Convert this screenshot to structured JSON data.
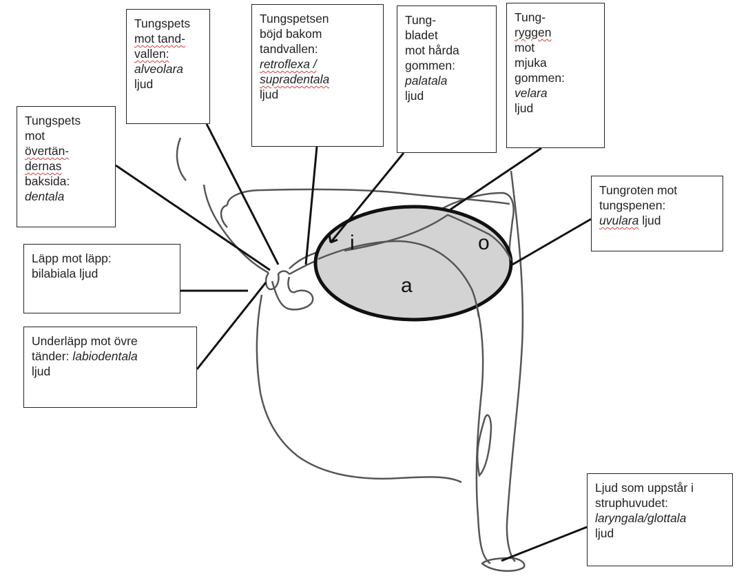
{
  "labels": {
    "dental": [
      "Tungspets",
      "mot",
      "övertän-",
      "dernas",
      "baksida:",
      "dentala"
    ],
    "alveolar": [
      "Tungspets",
      "mot tand-",
      "vallen:",
      "alveolara",
      "ljud"
    ],
    "retroflex": [
      "Tungspetsen",
      "böjd bakom",
      "tandvallen:",
      "retroflexa /",
      "supradentala",
      "ljud"
    ],
    "palatal": [
      "Tung-",
      "bladet",
      "mot hårda",
      "gommen:",
      "palatala",
      "ljud"
    ],
    "velar": [
      "Tung-",
      "ryggen",
      "mot",
      "mjuka",
      "gommen:",
      "velara",
      "ljud"
    ],
    "uvular": [
      "Tungroten mot",
      "tungspenen:",
      "uvulara",
      " ljud"
    ],
    "bilabial": [
      "Läpp mot läpp:",
      "bilabiala ljud"
    ],
    "labiodental": [
      "Underläpp mot övre",
      "tänder: ",
      "labiodentala",
      "ljud"
    ],
    "glottal": [
      "Ljud som uppstår i",
      "struphuvudet:",
      "laryngala/glottala",
      "ljud"
    ]
  },
  "vowels": {
    "i": "i",
    "o": "o",
    "a": "a"
  },
  "colors": {
    "outline": "#555555",
    "leader": "#111111",
    "ellipse_fill": "#d3d3d3",
    "ellipse_stroke": "#111111",
    "box_border": "#222222",
    "spellcheck": "#d23a3a"
  }
}
